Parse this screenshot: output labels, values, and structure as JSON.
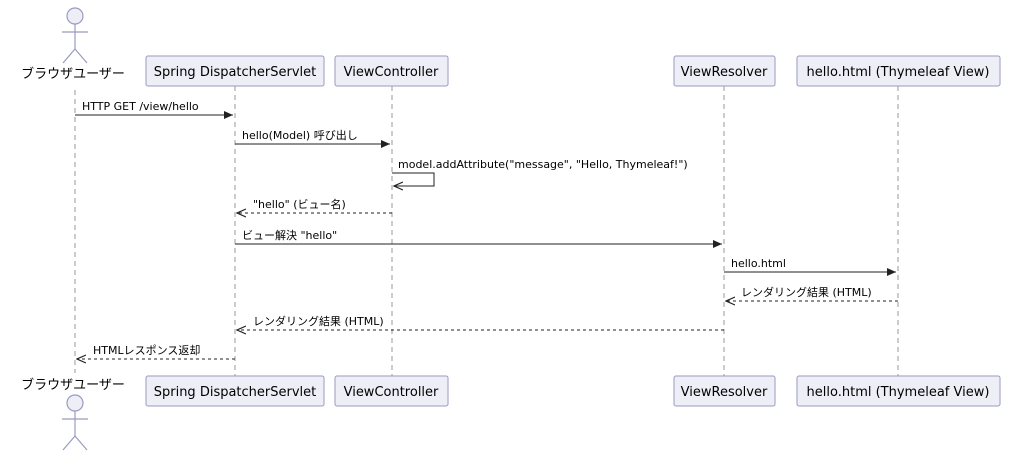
{
  "participants": [
    {
      "id": "user",
      "label": "ブラウザユーザー",
      "kind": "actor"
    },
    {
      "id": "dispatcher",
      "label": "Spring DispatcherServlet",
      "kind": "participant"
    },
    {
      "id": "controller",
      "label": "ViewController",
      "kind": "participant"
    },
    {
      "id": "resolver",
      "label": "ViewResolver",
      "kind": "participant"
    },
    {
      "id": "view",
      "label": "hello.html (Thymeleaf View)",
      "kind": "participant"
    }
  ],
  "messages": [
    {
      "from": "user",
      "to": "dispatcher",
      "label": "HTTP GET /view/hello",
      "style": "solid"
    },
    {
      "from": "dispatcher",
      "to": "controller",
      "label": "hello(Model) 呼び出し",
      "style": "solid"
    },
    {
      "from": "controller",
      "to": "controller",
      "label": "model.addAttribute(\"message\", \"Hello, Thymeleaf!\")",
      "style": "solid"
    },
    {
      "from": "controller",
      "to": "dispatcher",
      "label": "\"hello\" (ビュー名)",
      "style": "dashed"
    },
    {
      "from": "dispatcher",
      "to": "resolver",
      "label": "ビュー解決 \"hello\"",
      "style": "solid"
    },
    {
      "from": "resolver",
      "to": "view",
      "label": "hello.html",
      "style": "solid"
    },
    {
      "from": "view",
      "to": "resolver",
      "label": "レンダリング結果 (HTML)",
      "style": "dashed"
    },
    {
      "from": "resolver",
      "to": "dispatcher",
      "label": "レンダリング結果 (HTML)",
      "style": "dashed"
    },
    {
      "from": "dispatcher",
      "to": "user",
      "label": "HTMLレスポンス返却",
      "style": "dashed"
    }
  ]
}
